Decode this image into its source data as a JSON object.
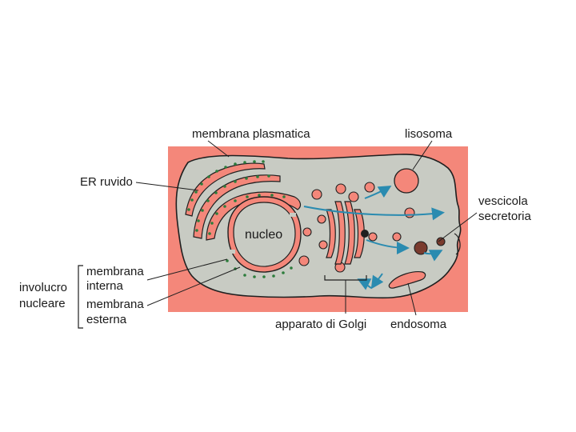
{
  "labels": {
    "membrana_plasmatica": "membrana plasmatica",
    "lisosoma": "lisosoma",
    "er_ruvido": "ER ruvido",
    "vescicola_line1": "vescicola",
    "vescicola_line2": "secretoria",
    "nucleo": "nucleo",
    "membrana_interna_line1": "membrana",
    "membrana_interna_line2": "interna",
    "involucro_line1": "involucro",
    "involucro_line2": "nucleare",
    "membrana_esterna_line1": "membrana",
    "membrana_esterna_line2": "esterna",
    "apparato_golgi": "apparato di Golgi",
    "endosoma": "endosoma"
  },
  "colors": {
    "background": "#f4877a",
    "cytoplasm": "#c8cbc3",
    "organelle": "#f4877a",
    "outline": "#1f1f1f",
    "ribosome": "#2d7d3c",
    "arrow": "#2a8bb0"
  }
}
